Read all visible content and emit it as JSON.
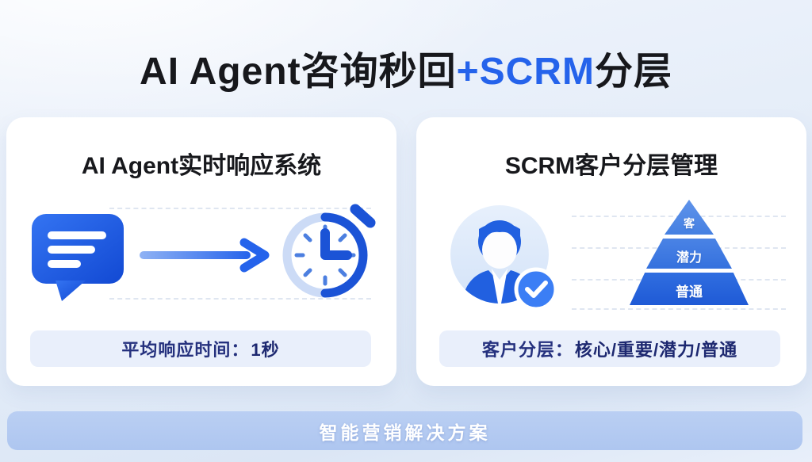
{
  "title": {
    "black_left": "AI Agent咨询秒回",
    "blue": "+SCRM",
    "black_right": "分层",
    "accent_color": "#2563eb"
  },
  "left_card": {
    "title": "AI Agent实时响应系统",
    "stat_label": "平均响应时间：",
    "stat_value": "1秒",
    "icons": [
      "chat-bubble-icon",
      "arrow-right-icon",
      "stopwatch-icon"
    ]
  },
  "right_card": {
    "title": "SCRM客户分层管理",
    "pyramid": {
      "tiers": [
        {
          "label": "客",
          "color": "#5288e6"
        },
        {
          "label": "潜力",
          "color": "#3b79e2"
        },
        {
          "label": "普通",
          "color": "#2566dd"
        }
      ]
    },
    "stat_label": "客户分层：",
    "stat_value": "核心/重要/潜力/普通",
    "icons": [
      "customer-avatar-icon",
      "check-badge-icon"
    ]
  },
  "banner": {
    "label": "智能营销解决方案"
  },
  "colors": {
    "accent": "#2563eb",
    "card_bg": "#ffffff",
    "stat_bar_bg": "#e9effb",
    "stat_text": "#25317e",
    "banner_bg": "#b3c9f0",
    "page_bg_top": "#f1f5fc",
    "page_bg_bottom": "#dbe6f5"
  }
}
